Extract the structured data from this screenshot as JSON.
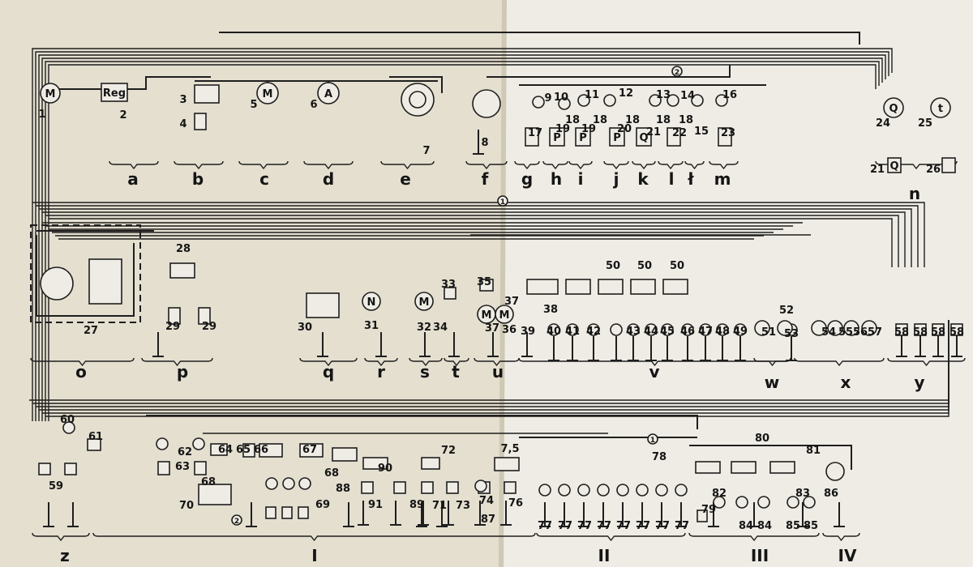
{
  "diagram": {
    "top_sections": [
      "a",
      "b",
      "c",
      "d",
      "e",
      "f",
      "g",
      "h",
      "i",
      "j",
      "k",
      "l",
      "ł",
      "m",
      "n"
    ],
    "top_numbers": [
      "1",
      "2",
      "3",
      "4",
      "5",
      "6",
      "7",
      "8",
      "9",
      "10",
      "11",
      "12",
      "13",
      "14",
      "15",
      "16",
      "17",
      "19",
      "19",
      "20",
      "21",
      "22",
      "23",
      "18",
      "18",
      "18",
      "18",
      "18",
      "24",
      "25",
      "21",
      "26"
    ],
    "middle_sections": [
      "o",
      "p",
      "q",
      "r",
      "s",
      "t",
      "u",
      "v",
      "w",
      "x",
      "y"
    ],
    "middle_numbers": [
      "27",
      "28",
      "29",
      "29",
      "30",
      "31",
      "32",
      "33",
      "34",
      "35",
      "36",
      "37",
      "37",
      "38",
      "39",
      "40",
      "41",
      "42",
      "43",
      "44",
      "45",
      "46",
      "47",
      "48",
      "49",
      "50",
      "50",
      "50",
      "51",
      "52",
      "53",
      "54",
      "55",
      "56",
      "57",
      "58",
      "58",
      "58",
      "58"
    ],
    "bottom_sections": [
      "z",
      "I",
      "II",
      "III",
      "IV"
    ],
    "bottom_numbers": [
      "60",
      "61",
      "59",
      "62",
      "63",
      "64",
      "65",
      "66",
      "67",
      "68",
      "68",
      "69",
      "70",
      "72",
      "7,5",
      "88",
      "90",
      "91",
      "89",
      "71",
      "73",
      "74",
      "87",
      "76",
      "77",
      "77",
      "77",
      "77",
      "77",
      "77",
      "77",
      "77",
      "78",
      "79",
      "80",
      "81",
      "82",
      "83",
      "84",
      "84",
      "85",
      "85",
      "86"
    ],
    "component_glyphs": {
      "motor": "M",
      "ammeter": "A",
      "regulator": "Reg",
      "pressure": "P",
      "fuel": "Q",
      "thermo": "t",
      "nozzle": "N"
    },
    "connector_marks": [
      "1",
      "2",
      "1",
      "2"
    ]
  }
}
